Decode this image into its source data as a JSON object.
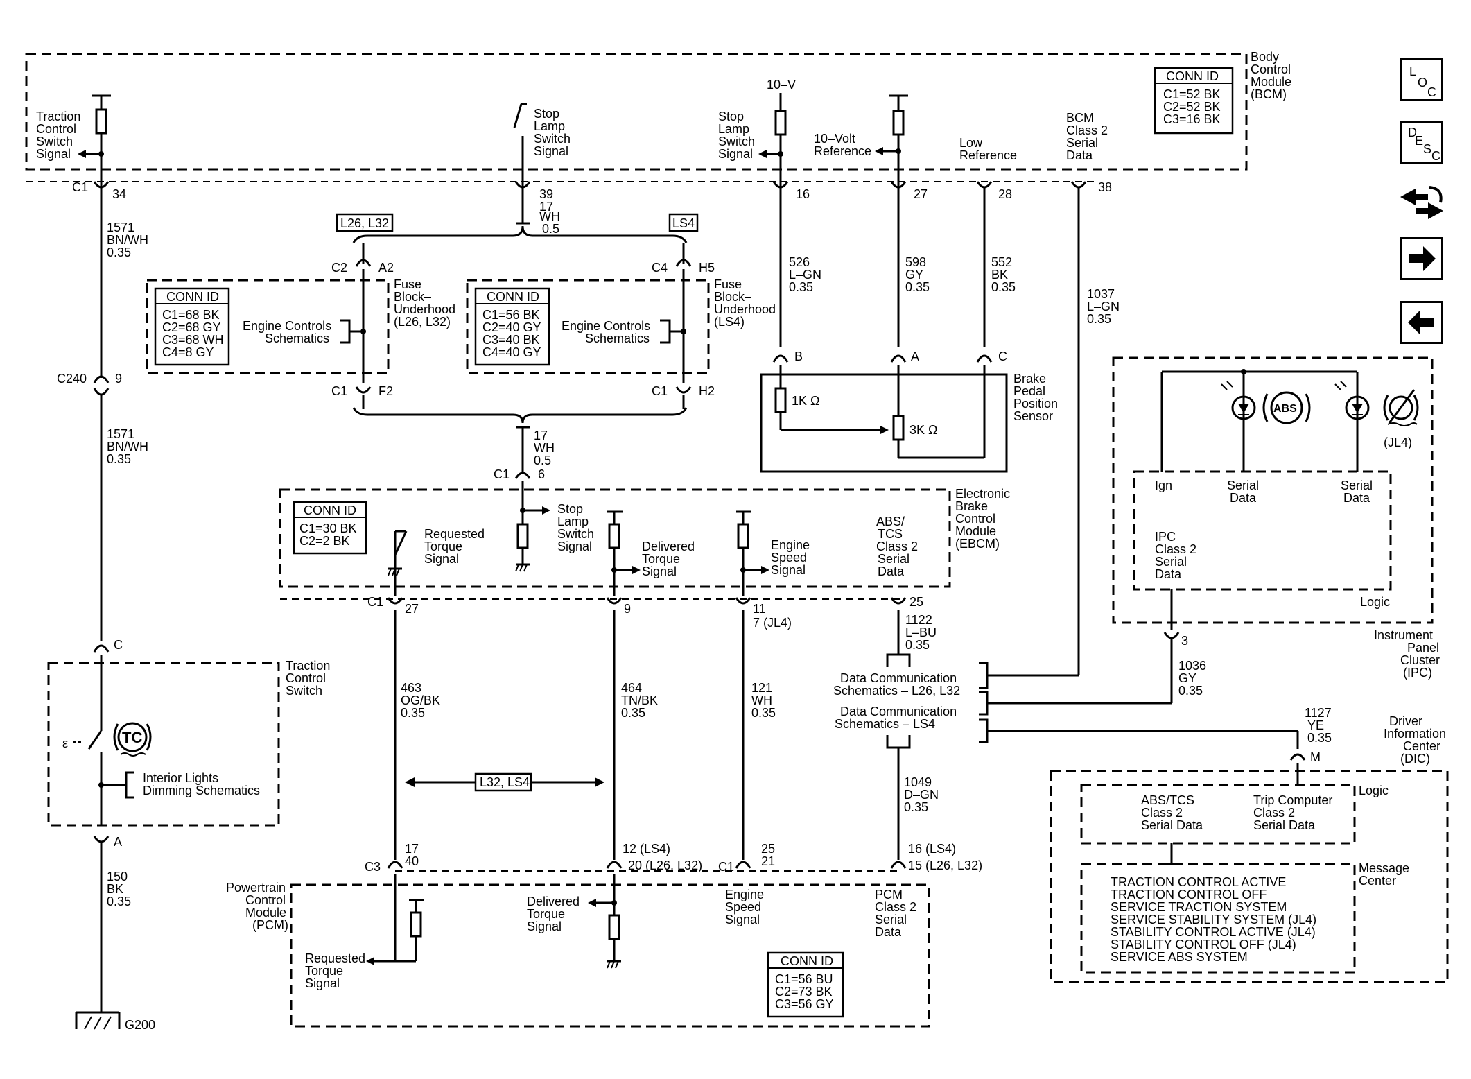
{
  "body_control_module": {
    "title": [
      "Body",
      "Control",
      "Module",
      "(BCM)"
    ],
    "conn_id": {
      "title": "CONN ID",
      "lines": [
        "C1=52 BK",
        "C2=52 BK",
        "C3=16 BK"
      ]
    },
    "traction_signal": [
      "Traction",
      "Control",
      "Switch",
      "Signal"
    ],
    "stop_lamp_signal_left": [
      "Stop",
      "Lamp",
      "Switch",
      "Signal"
    ],
    "stop_lamp_signal_right": [
      "Stop",
      "Lamp",
      "Switch",
      "Signal"
    ],
    "ten_v": "10–V",
    "ten_volt_ref": [
      "10–Volt",
      "Reference"
    ],
    "low_reference": [
      "Low",
      "Reference"
    ],
    "bcm_serial": [
      "BCM",
      "Class 2",
      "Serial",
      "Data"
    ],
    "c1": "C1",
    "pins": {
      "p34": "34",
      "p39": "39",
      "p16": "16",
      "p27": "27",
      "p28": "28",
      "p38": "38"
    }
  },
  "wires": {
    "w1571a": [
      "1571",
      "BN/WH",
      "0.35"
    ],
    "w17a": [
      "17",
      "WH",
      "0.5"
    ],
    "w526": [
      "526",
      "L–GN",
      "0.35"
    ],
    "w598": [
      "598",
      "GY",
      "0.35"
    ],
    "w552": [
      "552",
      "BK",
      "0.35"
    ],
    "w1037": [
      "1037",
      "L–GN",
      "0.35"
    ],
    "w1571b": [
      "1571",
      "BN/WH",
      "0.35"
    ],
    "w17b": [
      "17",
      "WH",
      "0.5"
    ],
    "w1122": [
      "1122",
      "L–BU",
      "0.35"
    ],
    "w463": [
      "463",
      "OG/BK",
      "0.35"
    ],
    "w464": [
      "464",
      "TN/BK",
      "0.35"
    ],
    "w121": [
      "121",
      "WH",
      "0.35"
    ],
    "w1049": [
      "1049",
      "D–GN",
      "0.35"
    ],
    "w1036": [
      "1036",
      "GY",
      "0.35"
    ],
    "w1127": [
      "1127",
      "YE",
      "0.35"
    ],
    "w150": [
      "150",
      "BK",
      "0.35"
    ]
  },
  "fuse_blocks": {
    "tag_left": "L26, L32",
    "tag_right": "LS4",
    "left_conn": {
      "title": "CONN ID",
      "lines": [
        "C1=68 BK",
        "C2=68 GY",
        "C3=68 WH",
        "C4=8 GY"
      ]
    },
    "right_conn": {
      "title": "CONN ID",
      "lines": [
        "C1=56 BK",
        "C2=40 GY",
        "C3=40 BK",
        "C4=40 GY"
      ]
    },
    "engine_controls": [
      "Engine Controls",
      "Schematics"
    ],
    "left_label": [
      "Fuse",
      "Block–",
      "Underhood",
      "(L26, L32)"
    ],
    "right_label": [
      "Fuse",
      "Block–",
      "Underhood",
      "(LS4)"
    ],
    "c2": "C2",
    "a2": "A2",
    "c4": "C4",
    "h5": "H5",
    "c1": "C1",
    "f2": "F2",
    "h2": "H2"
  },
  "brake_pedal_sensor": {
    "label": [
      "Brake",
      "Pedal",
      "Position",
      "Sensor"
    ],
    "pin_b": "B",
    "pin_a": "A",
    "pin_c": "C",
    "r1": "1K Ω",
    "r2": "3K Ω"
  },
  "ebcm": {
    "label": [
      "Electronic",
      "Brake",
      "Control",
      "Module",
      "(EBCM)"
    ],
    "conn_id": {
      "title": "CONN ID",
      "lines": [
        "C1=30 BK",
        "C2=2 BK"
      ]
    },
    "c1_top": "C1",
    "pin6": "6",
    "stop_lamp": [
      "Stop",
      "Lamp",
      "Switch",
      "Signal"
    ],
    "requested_torque": [
      "Requested",
      "Torque",
      "Signal"
    ],
    "delivered_torque": [
      "Delivered",
      "Torque",
      "Signal"
    ],
    "engine_speed": [
      "Engine",
      "Speed",
      "Signal"
    ],
    "abs_tcs": [
      "ABS/",
      "TCS",
      "Class 2",
      "Serial",
      "Data"
    ],
    "c1": "C1",
    "pins": {
      "p27": "27",
      "p9": "9",
      "p11": "11",
      "p11b": "7 (JL4)",
      "p25": "25"
    }
  },
  "ipc": {
    "label": [
      "Instrument",
      "Panel",
      "Cluster",
      "(IPC)"
    ],
    "abs": "ABS",
    "jl4": "(JL4)",
    "ign": "Ign",
    "serial1": [
      "Serial",
      "Data"
    ],
    "serial2": [
      "Serial",
      "Data"
    ],
    "ipc_data": [
      "IPC",
      "Class 2",
      "Serial",
      "Data"
    ],
    "logic": "Logic",
    "pin3": "3"
  },
  "data_comm": {
    "l26": [
      "Data Communication",
      "Schematics – L26, L32"
    ],
    "ls4": [
      "Data Communication",
      "Schematics – LS4"
    ]
  },
  "traction_switch": {
    "label": [
      "Traction",
      "Control",
      "Switch"
    ],
    "c240": "C240",
    "pin9": "9",
    "pin_c": "C",
    "pin_a": "A",
    "tc": "TC",
    "interior": [
      "Interior Lights",
      "Dimming Schematics"
    ],
    "g200": "G200"
  },
  "harness_tag": "L32, LS4",
  "pcm": {
    "label": [
      "Powertrain",
      "Control",
      "Module",
      "(PCM)"
    ],
    "c3": "C3",
    "c1": "C1",
    "p17": "17",
    "p40": "40",
    "p12": "12 (LS4)",
    "p20": "20 (L26, L32)",
    "p25": "25",
    "p21": "21",
    "p16": "16 (LS4)",
    "p15": "15 (L26, L32)",
    "requested_torque": [
      "Requested",
      "Torque",
      "Signal"
    ],
    "delivered_torque": [
      "Delivered",
      "Torque",
      "Signal"
    ],
    "engine_speed": [
      "Engine",
      "Speed",
      "Signal"
    ],
    "pcm_data": [
      "PCM",
      "Class 2",
      "Serial",
      "Data"
    ],
    "conn_id": {
      "title": "CONN ID",
      "lines": [
        "C1=56 BU",
        "C2=73 BK",
        "C3=56 GY"
      ]
    }
  },
  "dic": {
    "label": [
      "Driver",
      "Information",
      "Center",
      "(DIC)"
    ],
    "pin_m": "M",
    "logic": "Logic",
    "abs_tcs": [
      "ABS/TCS",
      "Class 2",
      "Serial Data"
    ],
    "trip": [
      "Trip Computer",
      "Class 2",
      "Serial Data"
    ],
    "message_center": [
      "Message",
      "Center"
    ],
    "messages": [
      "TRACTION CONTROL ACTIVE",
      "TRACTION CONTROL OFF",
      "SERVICE TRACTION SYSTEM",
      "SERVICE STABILITY SYSTEM (JL4)",
      "STABILITY CONTROL ACTIVE (JL4)",
      "STABILITY CONTROL OFF (JL4)",
      "SERVICE ABS SYSTEM"
    ]
  },
  "nav": {
    "loc": [
      "L",
      "O",
      "C"
    ],
    "desc": [
      "D",
      "E",
      "S",
      "C"
    ]
  }
}
